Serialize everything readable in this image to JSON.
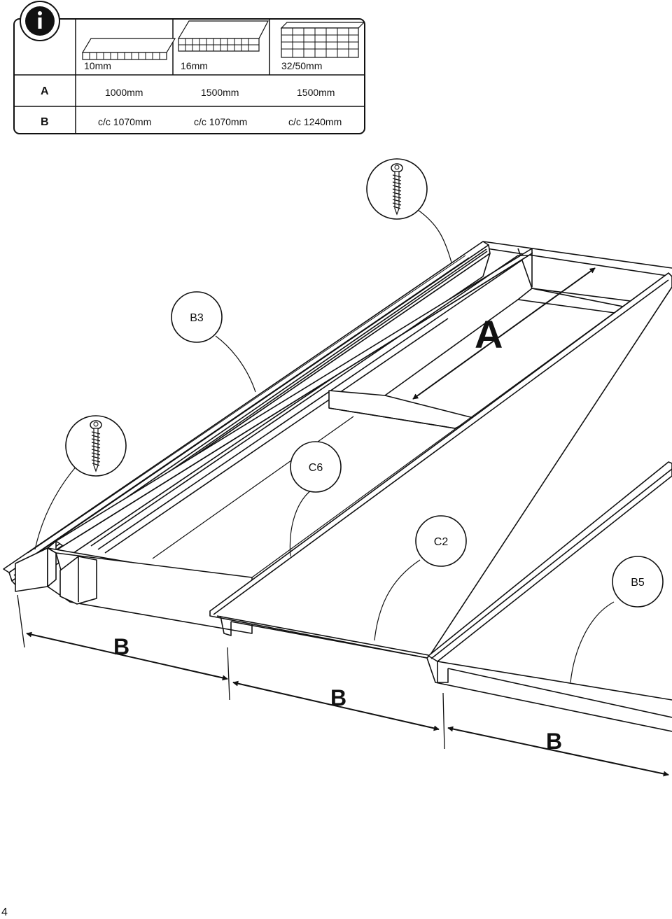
{
  "info_icon": "info-icon",
  "table": {
    "columns": [
      "10mm",
      "16mm",
      "32/50mm"
    ],
    "rows": [
      {
        "label": "A",
        "values": [
          "1000mm",
          "1500mm",
          "1500mm"
        ]
      },
      {
        "label": "B",
        "values": [
          "c/c 1070mm",
          "c/c 1070mm",
          "c/c 1240mm"
        ]
      }
    ]
  },
  "callouts": {
    "screw_top": "screw-icon",
    "screw_left": "screw-icon",
    "b3": "B3",
    "c6": "C6",
    "c2": "C2",
    "b5": "B5"
  },
  "dimensions": {
    "a": "A",
    "b1": "B",
    "b2": "B",
    "b3": "B"
  },
  "page_number": "4"
}
